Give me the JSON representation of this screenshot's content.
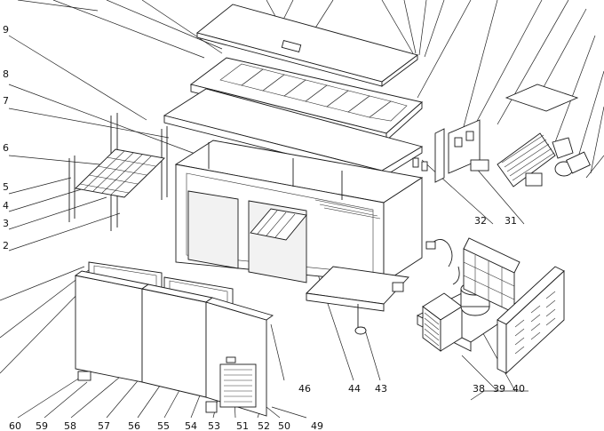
{
  "callouts": {
    "n9": "9",
    "n8": "8",
    "n7": "7",
    "n6": "6",
    "n5": "5",
    "n4": "4",
    "n3": "3",
    "n2": "2",
    "n32": "32",
    "n31": "31",
    "n46": "46",
    "n44": "44",
    "n43": "43",
    "n38": "38",
    "n39": "39",
    "n40": "40",
    "n60": "60",
    "n59": "59",
    "n58": "58",
    "n57": "57",
    "n56": "56",
    "n55": "55",
    "n54": "54",
    "n53": "53",
    "n51": "51",
    "n52": "52",
    "n50": "50",
    "n49": "49"
  }
}
